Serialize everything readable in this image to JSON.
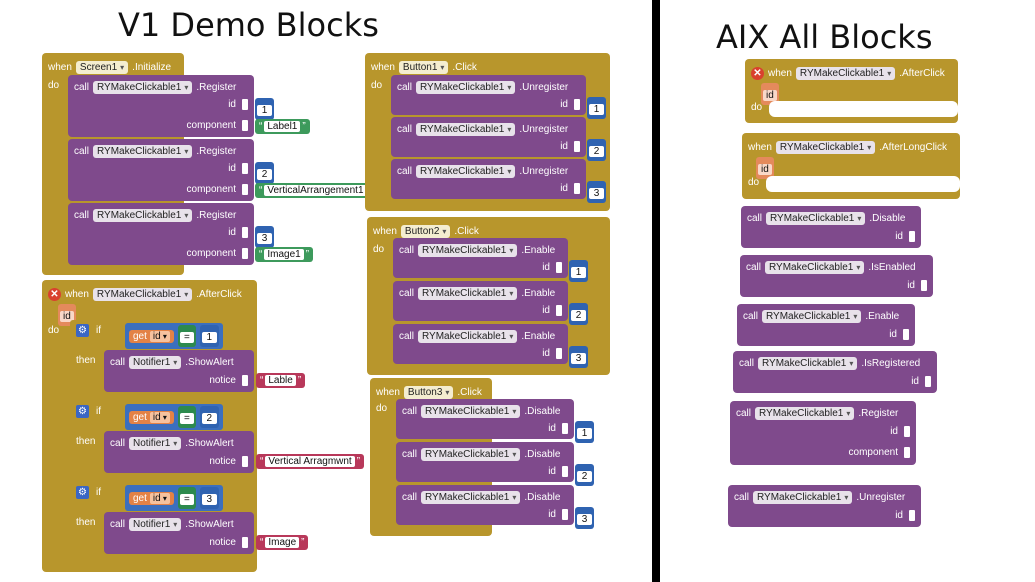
{
  "titles": {
    "left": "V1 Demo Blocks",
    "right": "AIX All Blocks"
  },
  "kw": {
    "when": "when",
    "do": "do",
    "call": "call",
    "if": "if",
    "then": "then",
    "get": "get",
    "eq": "="
  },
  "ext": "RYMakeClickable1",
  "params": {
    "id": "id",
    "component": "component",
    "notice": "notice"
  },
  "icons": {
    "error": "error-icon",
    "gear": "gear-icon",
    "dropdown": "chevron-down-icon"
  },
  "colors": {
    "event": "#b8962c",
    "call": "#7f4a8c",
    "number": "#2f63b1",
    "text": "#b8385a",
    "logic": "#3b6fbe",
    "variable": "#e38246"
  },
  "init": {
    "component": "Screen1",
    "event": ".Initialize",
    "calls": [
      {
        "method": ".Register",
        "id": "1",
        "component": "Label1"
      },
      {
        "method": ".Register",
        "id": "2",
        "component": "VerticalArrangement1"
      },
      {
        "method": ".Register",
        "id": "3",
        "component": "Image1"
      }
    ]
  },
  "afterclick": {
    "event": ".AfterClick",
    "param": "id",
    "ifs": [
      {
        "value": "1",
        "notifier": "Notifier1",
        "method": ".ShowAlert",
        "notice": "Lable"
      },
      {
        "value": "2",
        "notifier": "Notifier1",
        "method": ".ShowAlert",
        "notice": "Vertical Arragmwnt"
      },
      {
        "value": "3",
        "notifier": "Notifier1",
        "method": ".ShowAlert",
        "notice": "Image"
      }
    ]
  },
  "buttons": [
    {
      "component": "Button1",
      "event": ".Click",
      "method": ".Unregister",
      "ids": [
        "1",
        "2",
        "3"
      ]
    },
    {
      "component": "Button2",
      "event": ".Click",
      "method": ".Enable",
      "ids": [
        "1",
        "2",
        "3"
      ]
    },
    {
      "component": "Button3",
      "event": ".Click",
      "method": ".Disable",
      "ids": [
        "1",
        "2",
        "3"
      ]
    }
  ],
  "aix": {
    "events": [
      {
        "name": ".AfterClick",
        "param": "id"
      },
      {
        "name": ".AfterLongClick",
        "param": "id"
      }
    ],
    "methods": [
      ".Disable",
      ".IsEnabled",
      ".Enable",
      ".IsRegistered",
      ".Register",
      ".Unregister"
    ]
  }
}
